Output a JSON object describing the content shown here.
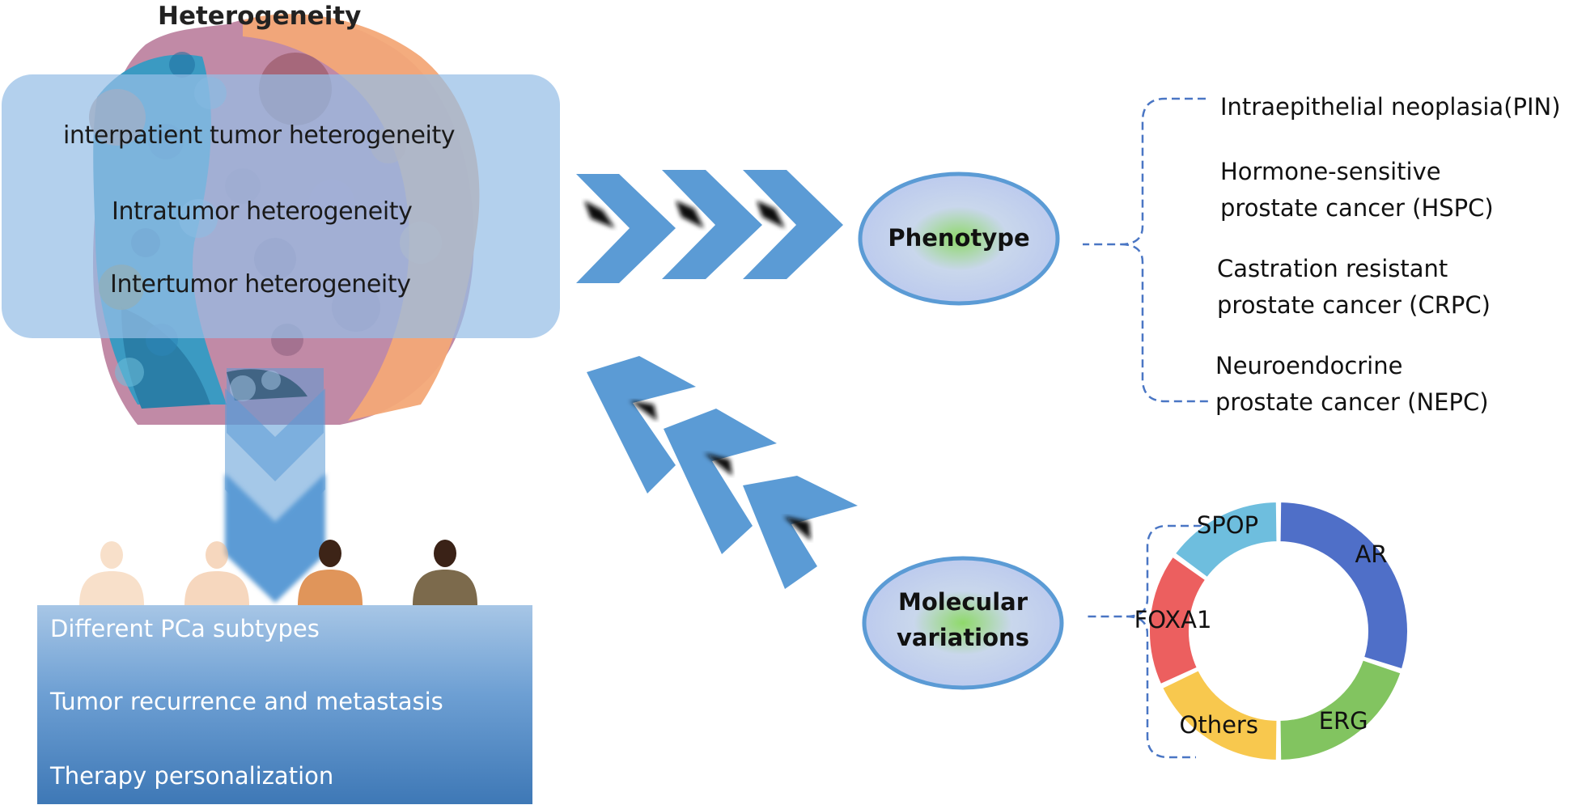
{
  "title": "Heterogeneity",
  "heterogeneity_types": [
    "interpatient tumor heterogeneity",
    "Intratumor heterogeneity",
    "Intertumor heterogeneity"
  ],
  "outcomes": [
    "Different PCa subtypes",
    "Tumor recurrence and metastasis",
    "Therapy personalization"
  ],
  "phenotype": {
    "label": "Phenotype",
    "items": [
      {
        "lines": [
          "Intraepithelial neoplasia(PIN)"
        ]
      },
      {
        "lines": [
          "Hormone-sensitive",
          "prostate cancer (HSPC)"
        ]
      },
      {
        "lines": [
          "Castration resistant",
          "prostate cancer (CRPC)"
        ]
      },
      {
        "lines": [
          "Neuroendocrine",
          "prostate cancer (NEPC)"
        ]
      }
    ]
  },
  "molecular": {
    "label_line1": "Molecular",
    "label_line2": "variations"
  },
  "chart_data": {
    "type": "pie",
    "categories": [
      "AR",
      "ERG",
      "Others",
      "FOXA1",
      "SPOP"
    ],
    "values": [
      30,
      20,
      18,
      17,
      15
    ],
    "colors": [
      "#4f6fc8",
      "#82c460",
      "#f8c84e",
      "#ec5f5f",
      "#6ebede"
    ]
  },
  "colors": {
    "arrow_blue": "#5b9bd5",
    "node_border": "#5b9bd5",
    "node_glow": "#8fd96a",
    "bracket": "#4a76c4"
  }
}
